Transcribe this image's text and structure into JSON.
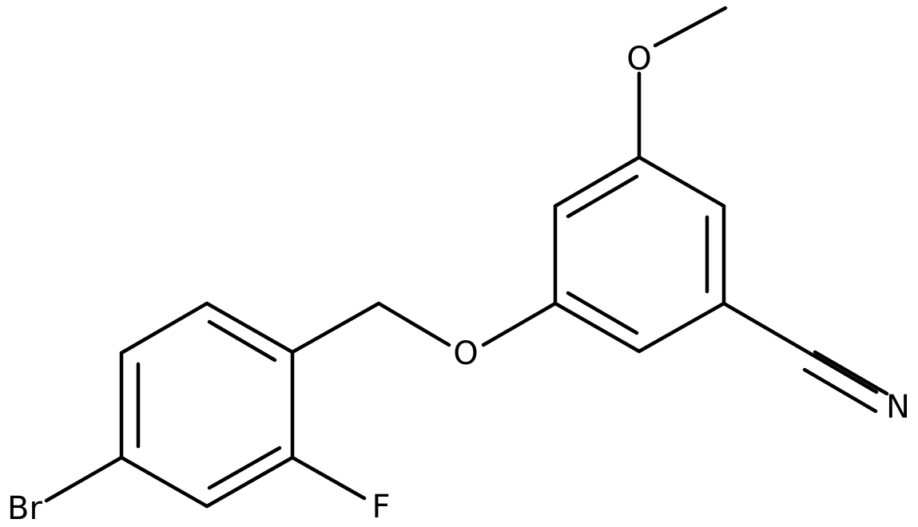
{
  "diagram_type": "chemical structure",
  "atoms": {
    "oxygen_ether_label": "O",
    "oxygen_methoxy_label": "O",
    "nitrogen_label": "N",
    "fluorine_label": "F",
    "bromine_label": "Br"
  },
  "colors": {
    "bond": "#000000",
    "label": "#000000",
    "background": "#ffffff"
  }
}
